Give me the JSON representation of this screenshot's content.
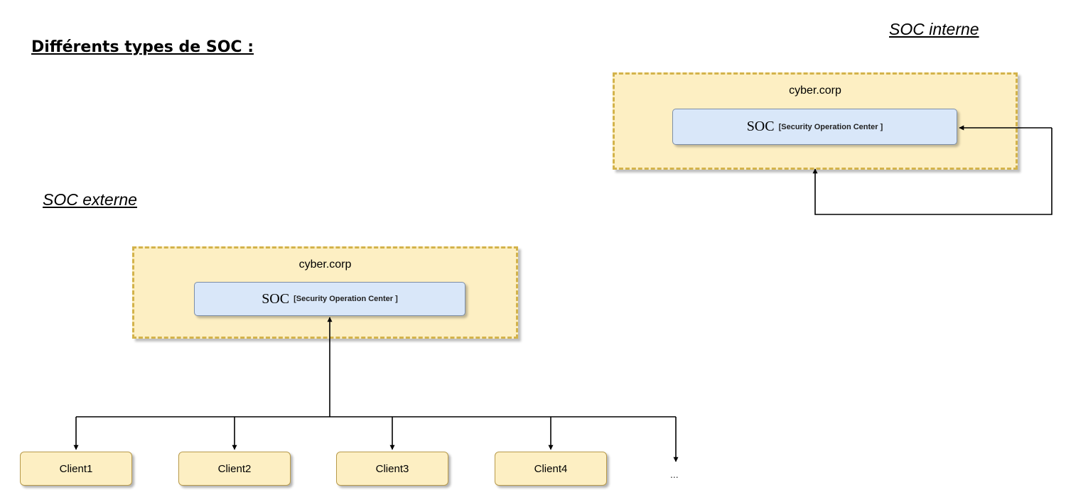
{
  "heading": "Différents types de SOC :",
  "interne": {
    "label": "SOC interne",
    "org_title": "cyber.corp",
    "soc_main": "SOC",
    "soc_sub": "[Security Operation Center ]"
  },
  "externe": {
    "label": "SOC externe",
    "org_title": "cyber.corp",
    "soc_main": "SOC",
    "soc_sub": "[Security Operation Center ]",
    "clients": [
      "Client1",
      "Client2",
      "Client3",
      "Client4"
    ],
    "more": "..."
  },
  "colors": {
    "org_fill": "#fdefc3",
    "org_border": "#d3b34b",
    "soc_fill": "#d9e7f9",
    "client_fill": "#fdefc3"
  }
}
